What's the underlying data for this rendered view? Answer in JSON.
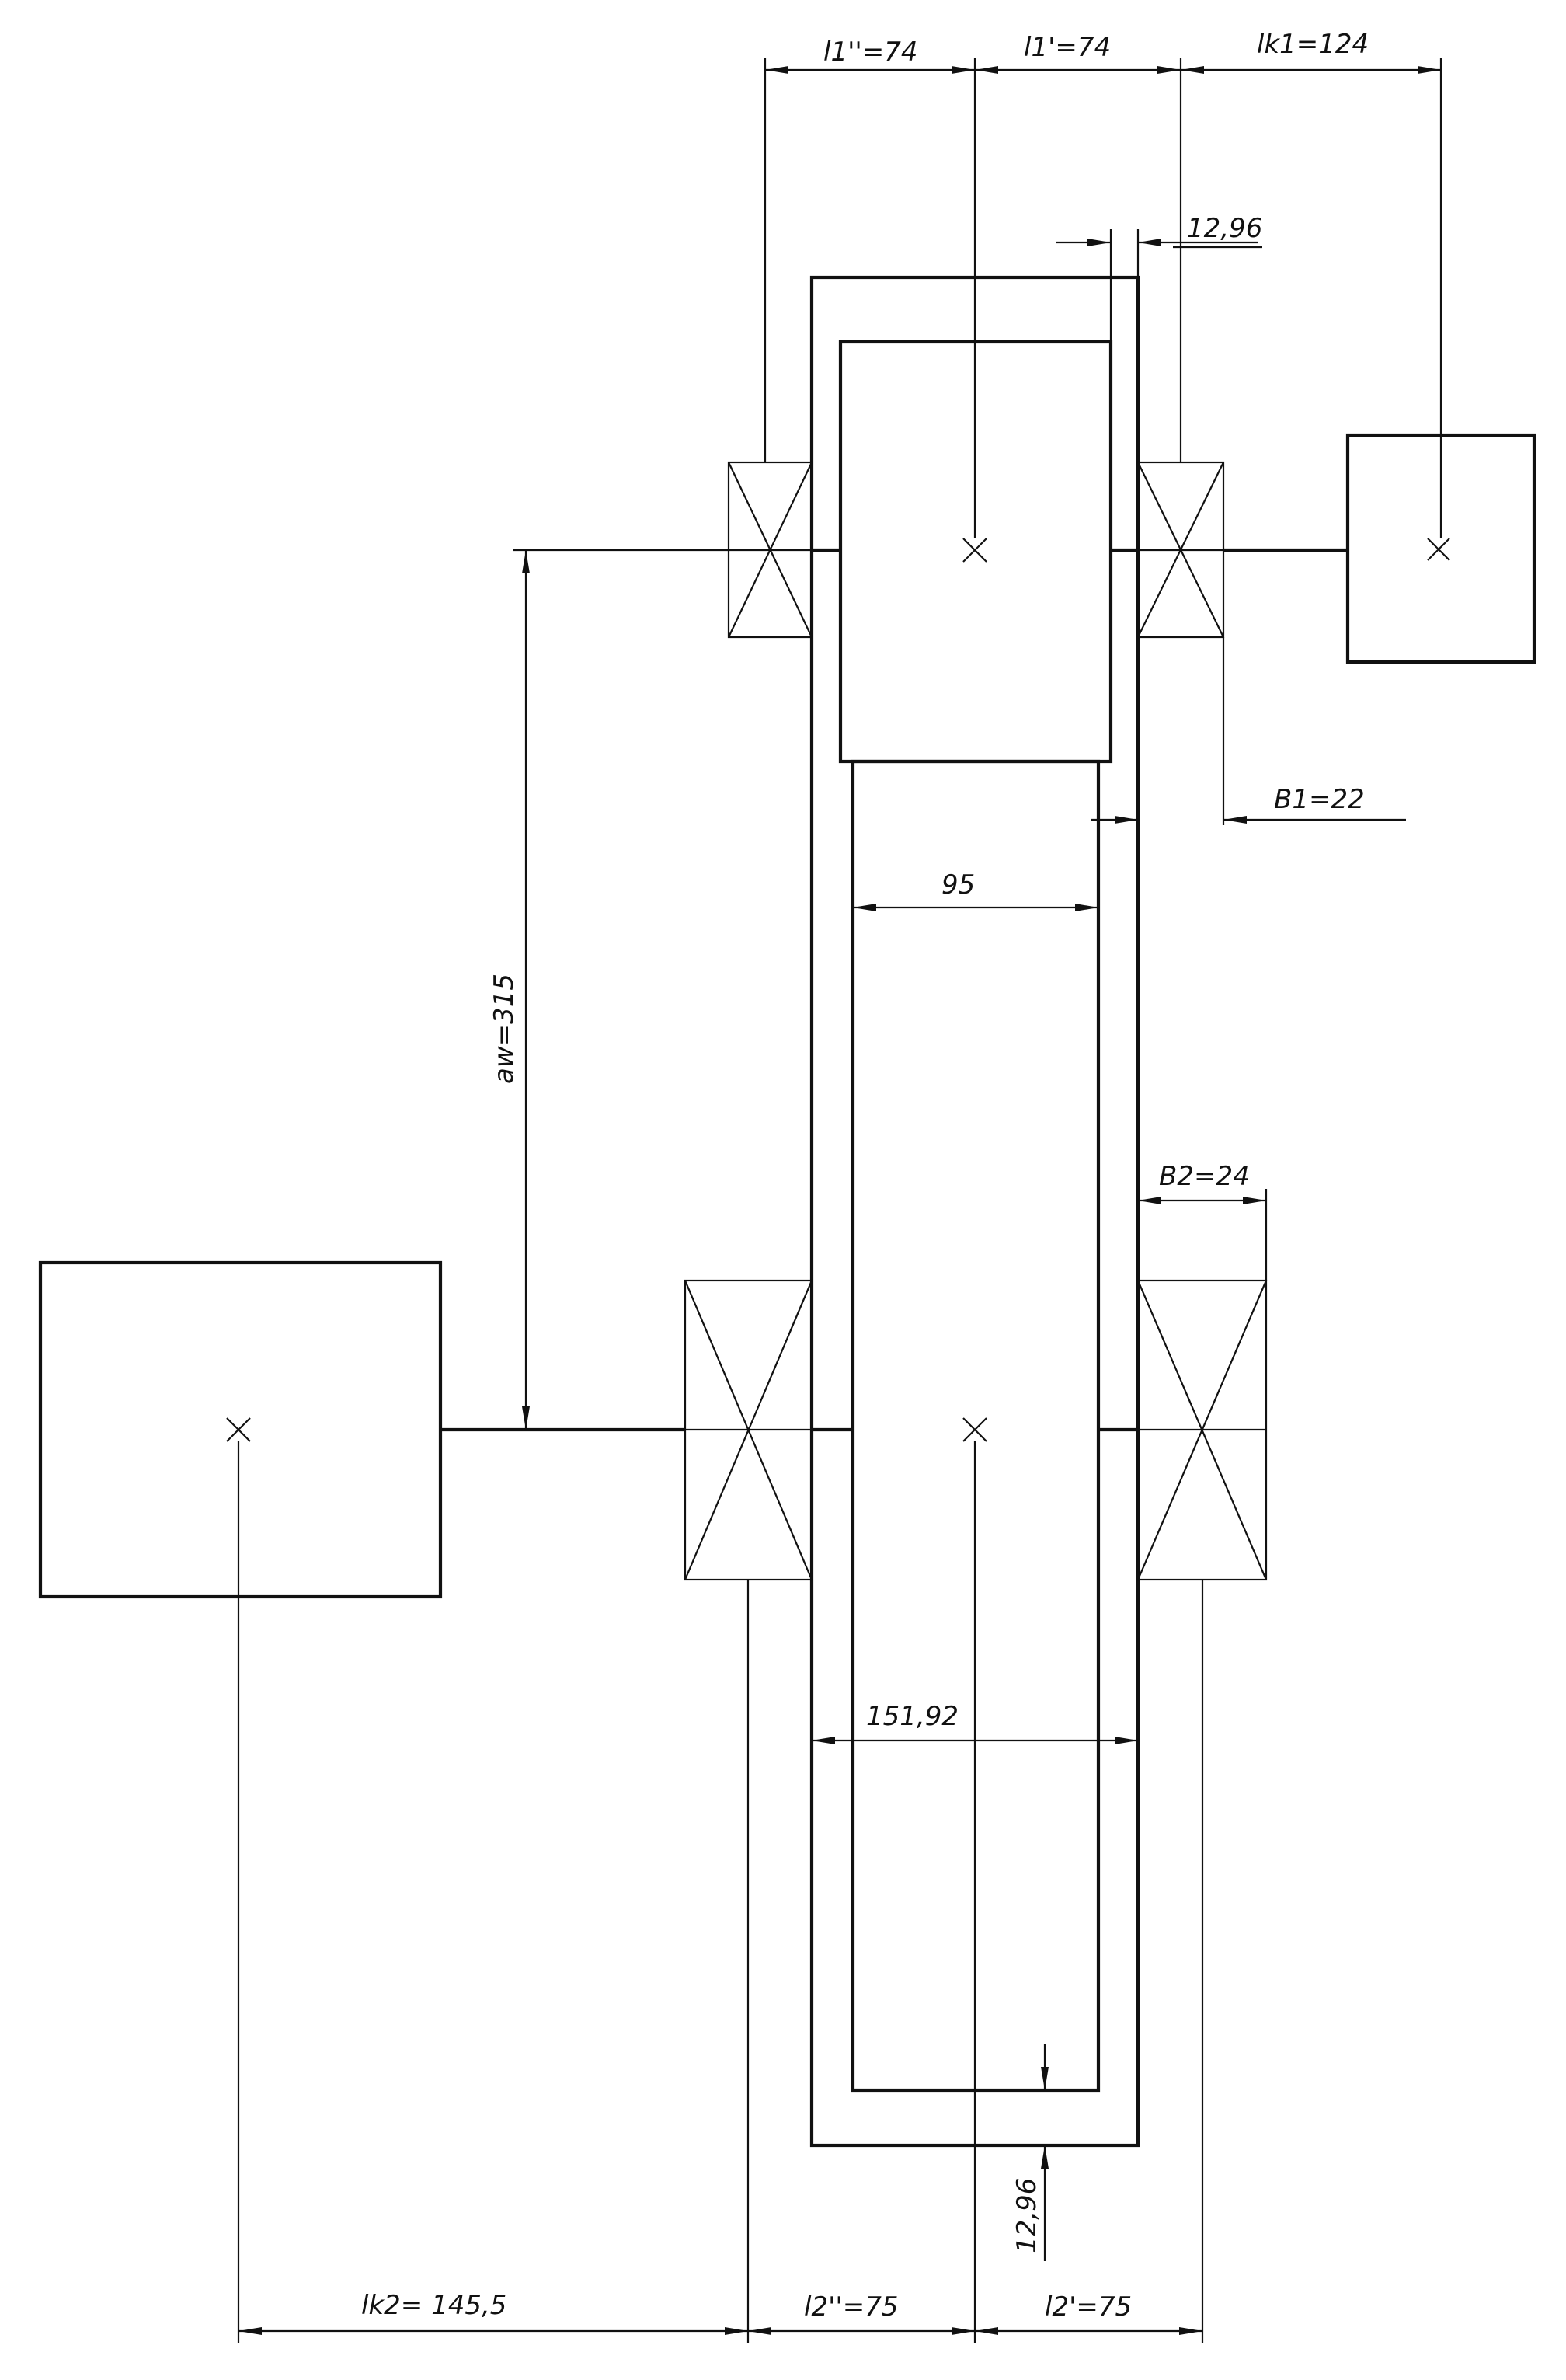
{
  "dimensions": {
    "l1_double_prime": "l1''=74",
    "l1_prime": "l1'=74",
    "lk1": "lk1=124",
    "gap_top": "12,96",
    "b1": "B1=22",
    "wheel_width": "95",
    "aw": "aw=315",
    "b2": "B2=24",
    "housing_width": "151,92",
    "gap_bottom": "12,96",
    "lk2": "lk2= 145,5",
    "l2_double_prime": "l2''=75",
    "l2_prime": "l2'=75"
  }
}
